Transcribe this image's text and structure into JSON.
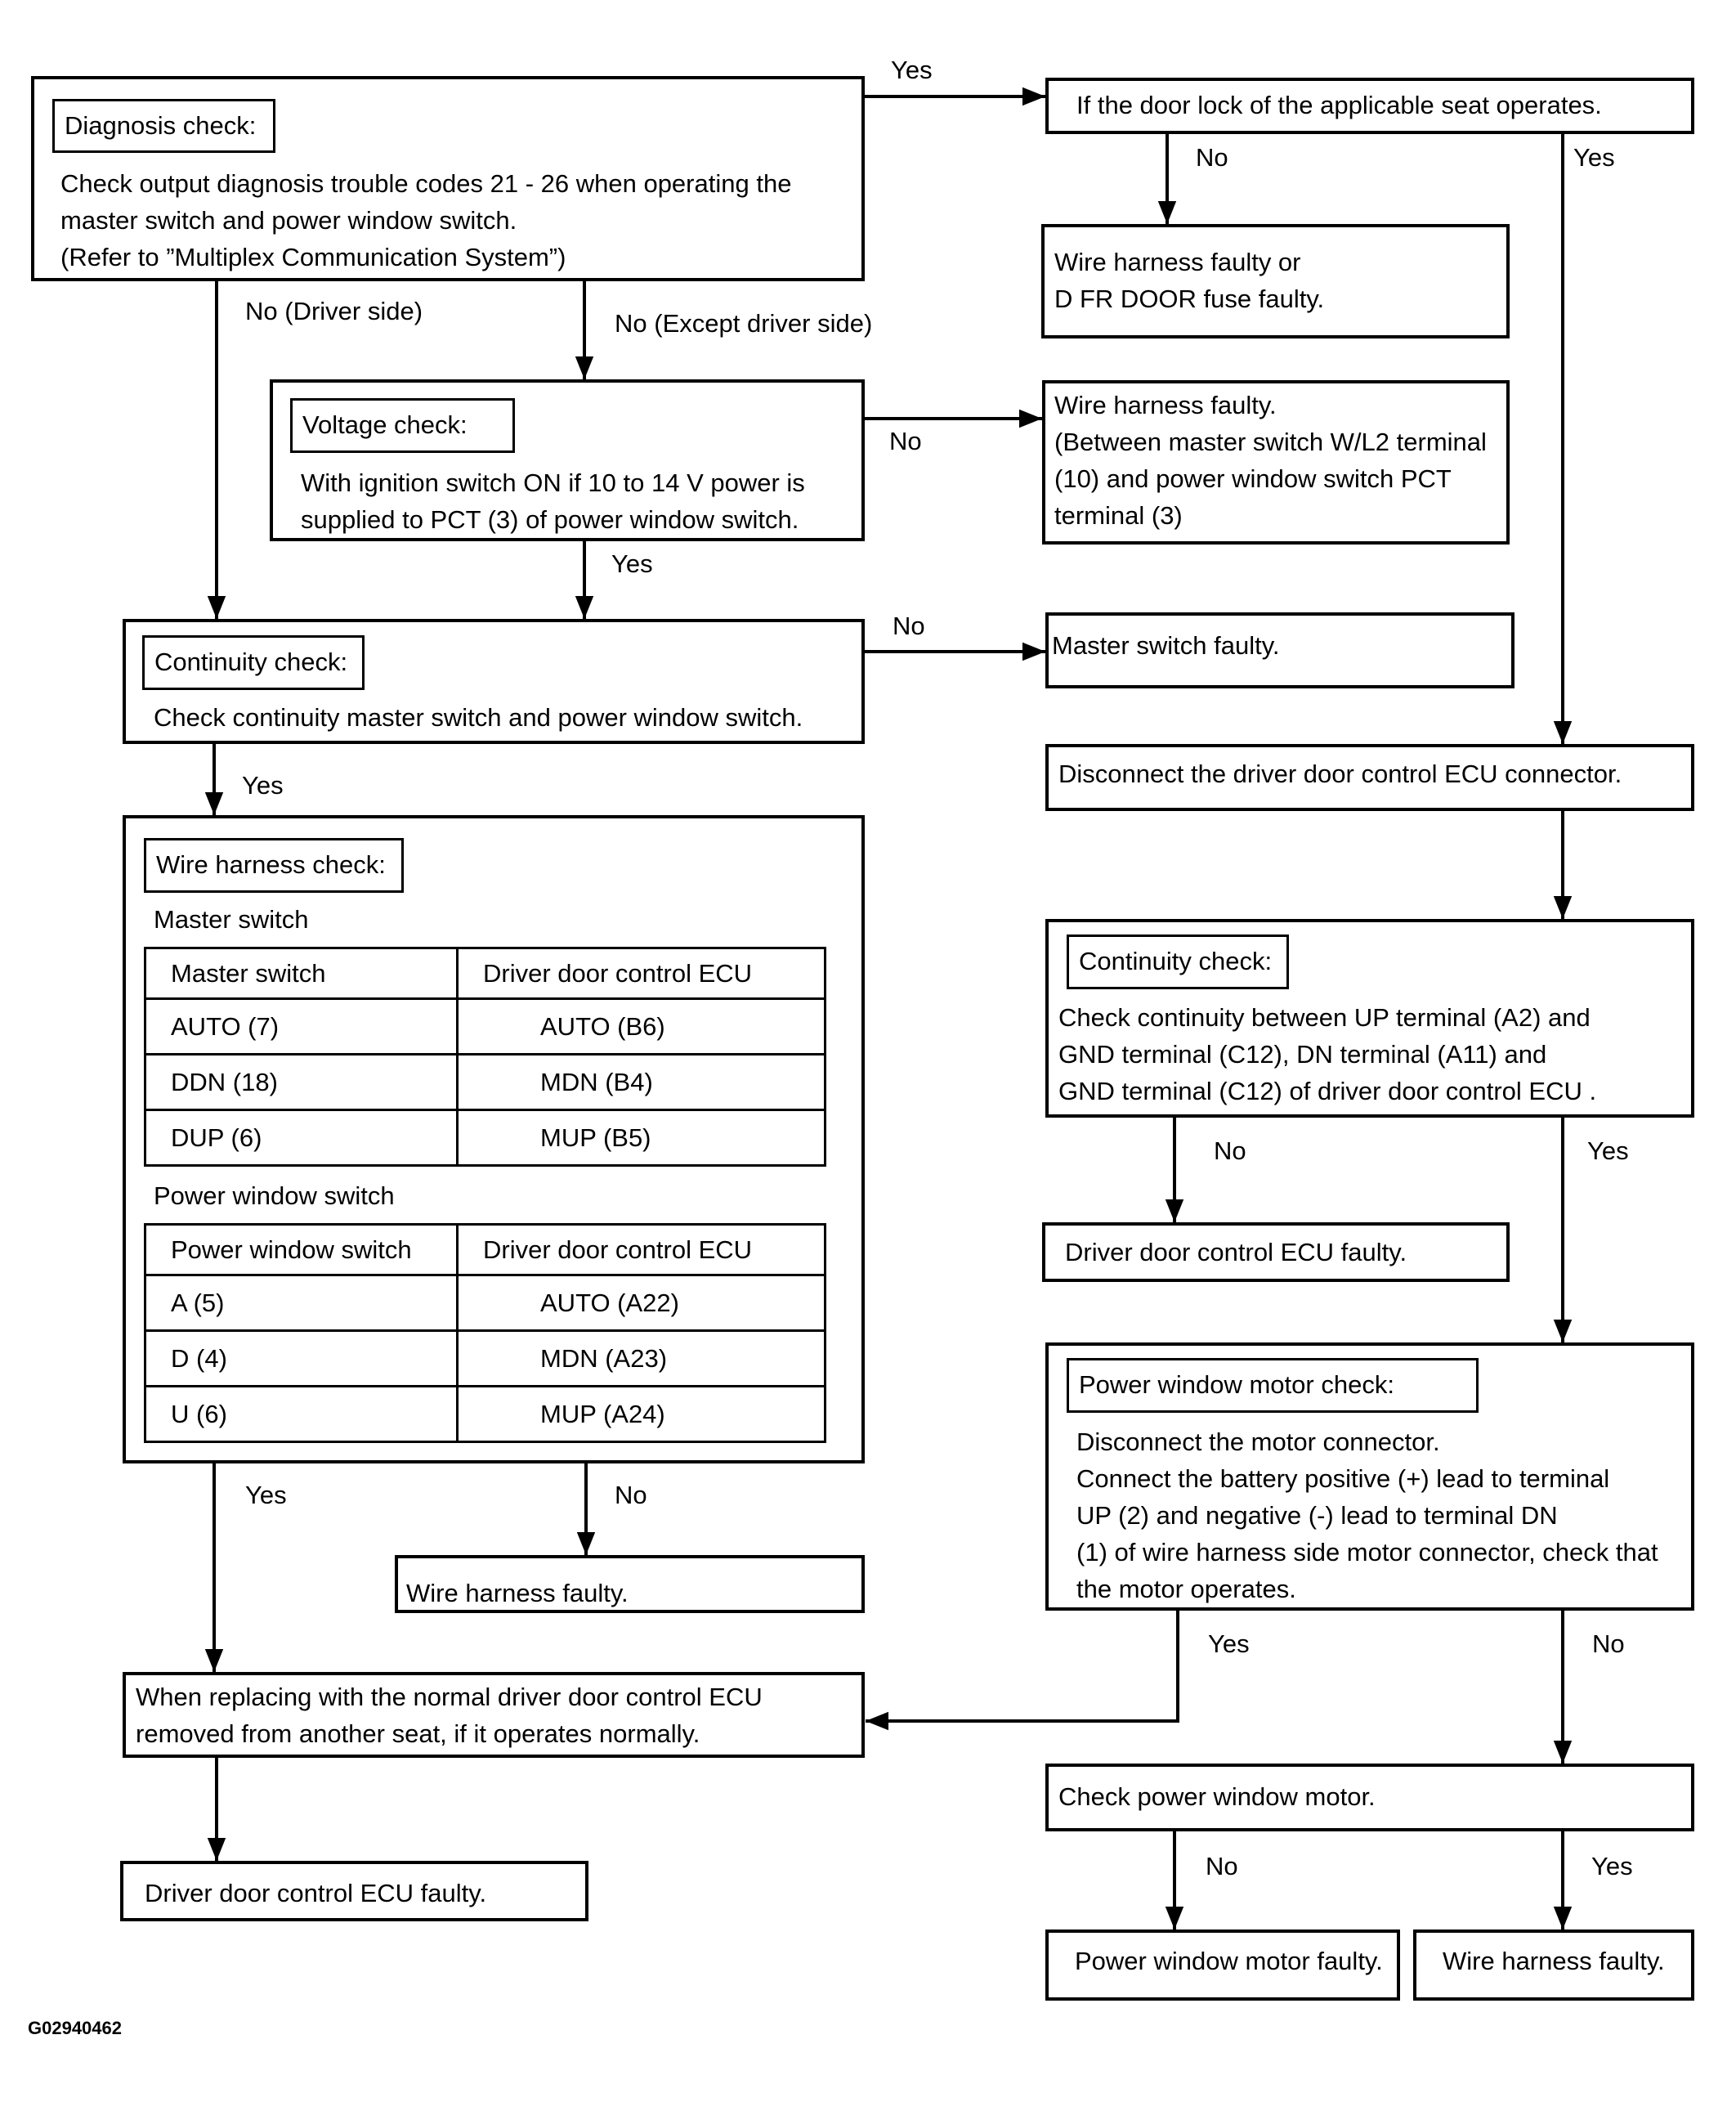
{
  "diagnosis": {
    "label": "Diagnosis check:",
    "lines": [
      "Check output diagnosis trouble codes 21 - 26 when operating the",
      "master switch and power window switch.",
      "(Refer to ”Multiplex Communication System”)"
    ]
  },
  "door_lock": {
    "text": "If the door lock of the applicable seat operates."
  },
  "fuse_faulty": {
    "lines": [
      "Wire harness faulty or",
      "D FR DOOR fuse faulty."
    ]
  },
  "voltage": {
    "label": "Voltage check:",
    "lines": [
      "With ignition switch ON if 10 to 14 V power is",
      "supplied to PCT (3) of power window switch."
    ]
  },
  "pct_faulty": {
    "lines": [
      "Wire harness faulty.",
      "(Between master switch W/L2 terminal",
      "(10) and power window switch PCT",
      "terminal (3)"
    ]
  },
  "continuity1": {
    "label": "Continuity check:",
    "text": "Check continuity master switch and power window switch."
  },
  "master_faulty": {
    "text": "Master switch faulty."
  },
  "disconnect_ecu": {
    "text": "Disconnect the driver door control ECU connector."
  },
  "wire_check": {
    "label": "Wire harness check:",
    "master_title": "Master switch",
    "master_headers": [
      "Master switch",
      "Driver door control ECU"
    ],
    "master_rows": [
      [
        "AUTO (7)",
        "AUTO (B6)"
      ],
      [
        "DDN (18)",
        "MDN (B4)"
      ],
      [
        "DUP (6)",
        "MUP (B5)"
      ]
    ],
    "pw_title": "Power window switch",
    "pw_headers": [
      "Power window switch",
      "Driver door control ECU"
    ],
    "pw_rows": [
      [
        "A (5)",
        "AUTO (A22)"
      ],
      [
        "D (4)",
        "MDN (A23)"
      ],
      [
        "U (6)",
        "MUP (A24)"
      ]
    ]
  },
  "continuity2": {
    "label": "Continuity check:",
    "lines": [
      "Check continuity between UP terminal (A2) and",
      "GND terminal (C12), DN terminal (A11) and",
      "GND terminal (C12) of driver door control ECU ."
    ]
  },
  "ecu_faulty_right": {
    "text": "Driver door control ECU faulty."
  },
  "motor_check": {
    "label": "Power window motor check:",
    "lines": [
      "Disconnect the motor connector.",
      "Connect the battery positive (+) lead to terminal",
      "UP (2) and negative (-) lead to terminal DN",
      "(1) of wire harness side motor connector, check that",
      "the motor operates."
    ]
  },
  "wire_faulty_mid": {
    "text": "Wire harness faulty."
  },
  "replace_ecu": {
    "lines": [
      "When replacing with the normal driver door control ECU",
      "removed from another seat, if it operates normally."
    ]
  },
  "check_motor": {
    "text": "Check power window motor."
  },
  "ecu_faulty_left": {
    "text": "Driver door control ECU faulty."
  },
  "motor_faulty": {
    "text": "Power window motor faulty."
  },
  "wire_faulty_bottom": {
    "text": "Wire harness faulty."
  },
  "edges": {
    "diag_yes": "Yes",
    "door_no": "No",
    "door_yes": "Yes",
    "diag_no_driver": "No (Driver side)",
    "diag_no_except": "No (Except driver side)",
    "volt_no": "No",
    "volt_yes": "Yes",
    "cont1_no": "No",
    "cont1_yes": "Yes",
    "cont2_no": "No",
    "cont2_yes": "Yes",
    "wire_yes": "Yes",
    "wire_no": "No",
    "motor_yes": "Yes",
    "motor_no": "No",
    "check_no": "No",
    "check_yes": "Yes"
  },
  "figure_id": "G02940462"
}
